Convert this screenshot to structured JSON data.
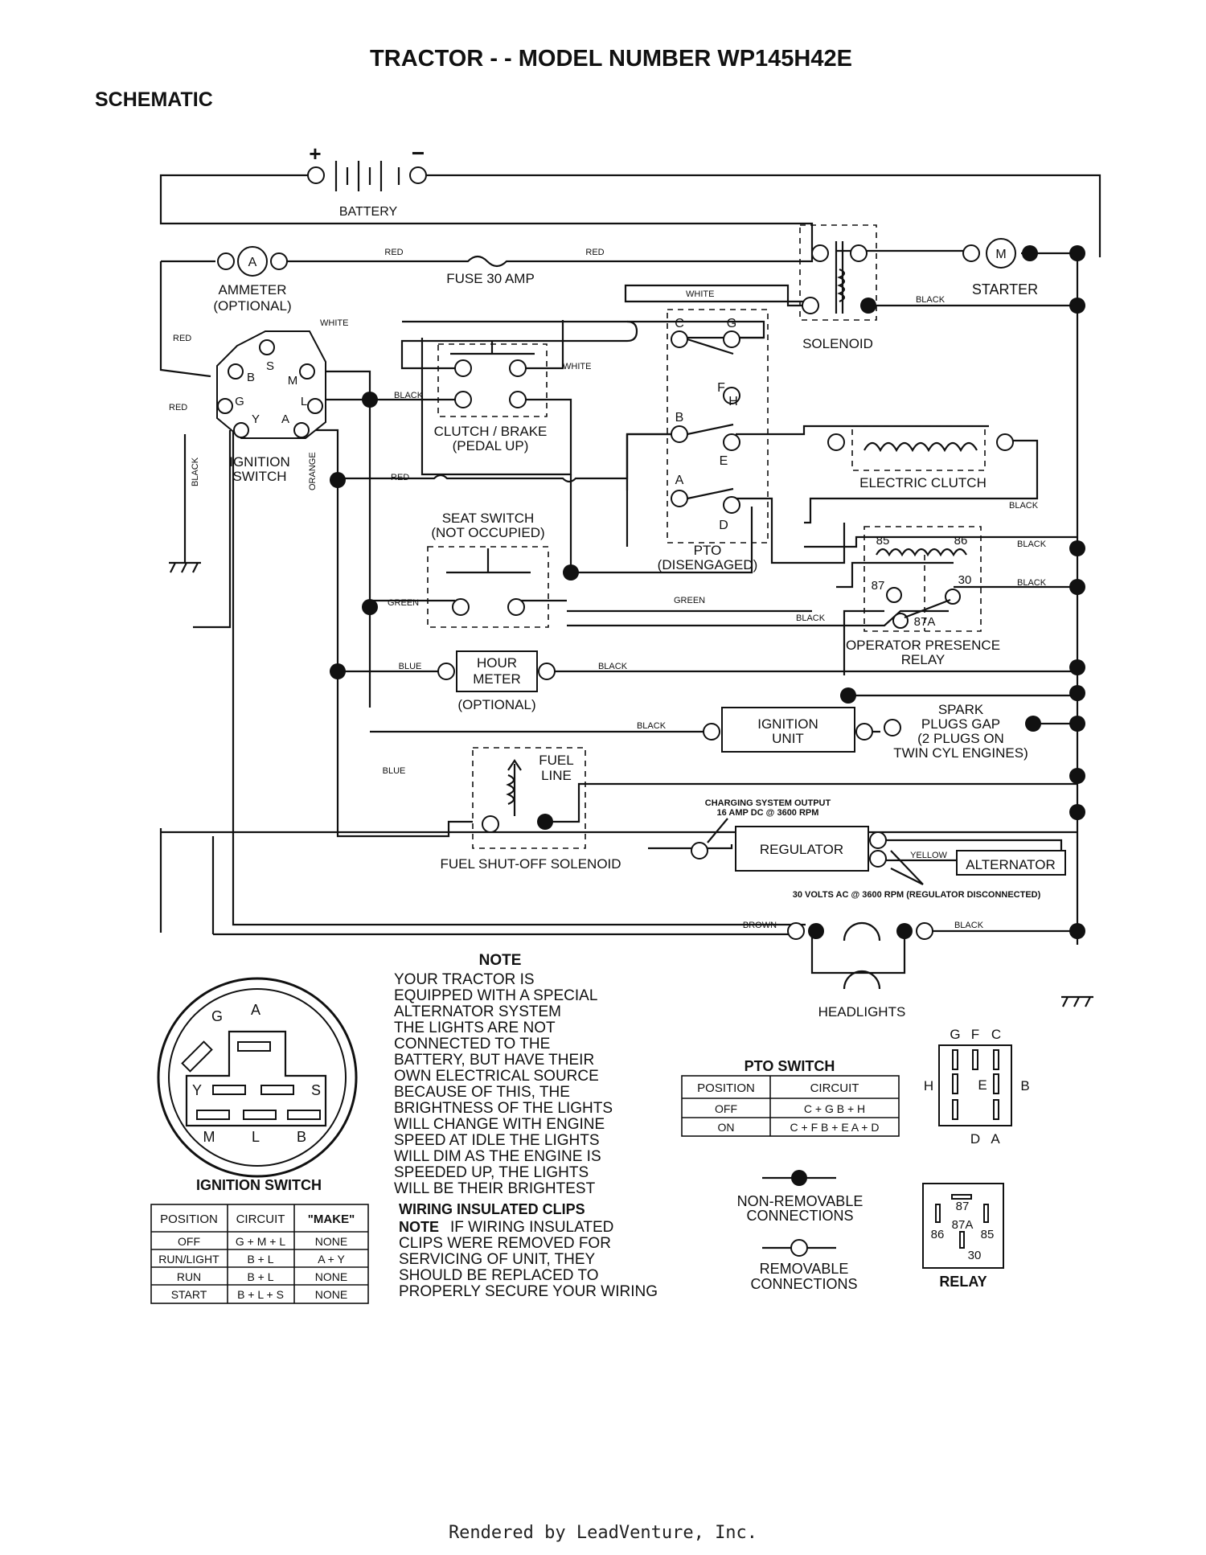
{
  "title": "TRACTOR - - MODEL NUMBER WP145H42E",
  "section": "SCHEMATIC",
  "components": {
    "battery": "BATTERY",
    "battery_plus": "+",
    "battery_minus": "−",
    "ammeter_symbol": "A",
    "ammeter": "AMMETER",
    "ammeter_opt": "(OPTIONAL)",
    "fuse": "FUSE 30 AMP",
    "starter_symbol": "M",
    "starter": "STARTER",
    "solenoid": "SOLENOID",
    "ignition_switch_l1": "IGNITION",
    "ignition_switch_l2": "SWITCH",
    "clutch_brake_l1": "CLUTCH / BRAKE",
    "clutch_brake_l2": "(PEDAL UP)",
    "seat_switch_l1": "SEAT SWITCH",
    "seat_switch_l2": "(NOT OCCUPIED)",
    "pto_l1": "PTO",
    "pto_l2": "(DISENGAGED)",
    "electric_clutch": "ELECTRIC CLUTCH",
    "opr_l1": "OPERATOR PRESENCE",
    "opr_l2": "RELAY",
    "hour_meter_l1": "HOUR",
    "hour_meter_l2": "METER",
    "hour_meter_opt": "(OPTIONAL)",
    "ignition_unit_l1": "IGNITION",
    "ignition_unit_l2": "UNIT",
    "spark_l1": "SPARK",
    "spark_l2": "PLUGS GAP",
    "spark_l3": "(2 PLUGS ON",
    "spark_l4": "TWIN CYL  ENGINES)",
    "fuel_l1": "FUEL",
    "fuel_l2": "LINE",
    "fuel_solenoid": "FUEL SHUT-OFF SOLENOID",
    "charging_l1": "CHARGING SYSTEM OUTPUT",
    "charging_l2": "16 AMP DC @ 3600 RPM",
    "regulator": "REGULATOR",
    "alternator": "ALTERNATOR",
    "alt_volts": "30 VOLTS AC @ 3600 RPM (REGULATOR DISCONNECTED)",
    "headlights": "HEADLIGHTS"
  },
  "terminals": {
    "ign": [
      "S",
      "B",
      "M",
      "G",
      "L",
      "Y",
      "A"
    ],
    "pto": [
      "C",
      "G",
      "F",
      "H",
      "B",
      "E",
      "A",
      "D"
    ],
    "relay": [
      "85",
      "86",
      "87",
      "30",
      "87A"
    ]
  },
  "wire_colors": {
    "red": "RED",
    "white": "WHITE",
    "black": "BLACK",
    "orange": "ORANGE",
    "green": "GREEN",
    "blue": "BLUE",
    "yellow": "YELLOW",
    "brown": "BROWN"
  },
  "note": {
    "heading": "NOTE",
    "lines": [
      "YOUR TRACTOR IS",
      "EQUIPPED WITH A SPECIAL",
      "ALTERNATOR SYSTEM",
      "THE LIGHTS ARE NOT",
      "CONNECTED TO THE",
      "BATTERY, BUT HAVE THEIR",
      "OWN ELECTRICAL SOURCE",
      "BECAUSE OF THIS, THE",
      "BRIGHTNESS OF THE LIGHTS",
      "WILL CHANGE WITH ENGINE",
      "SPEED   AT IDLE THE LIGHTS",
      "WILL DIM   AS THE ENGINE IS",
      "SPEEDED UP, THE LIGHTS",
      "WILL BE THEIR BRIGHTEST"
    ],
    "clips_heading": "WIRING INSULATED CLIPS",
    "clips_note_word": "NOTE",
    "clips_lines": [
      "IF WIRING INSULATED",
      "CLIPS WERE REMOVED FOR",
      "SERVICING OF UNIT, THEY",
      "SHOULD BE REPLACED TO",
      "PROPERLY SECURE YOUR WIRING"
    ]
  },
  "ignition_table": {
    "title": "IGNITION SWITCH",
    "headers": [
      "POSITION",
      "CIRCUIT",
      "\"MAKE\""
    ],
    "rows": [
      [
        "OFF",
        "G + M + L",
        "NONE"
      ],
      [
        "RUN/LIGHT",
        "B + L",
        "A + Y"
      ],
      [
        "RUN",
        "B + L",
        "NONE"
      ],
      [
        "START",
        "B + L + S",
        "NONE"
      ]
    ]
  },
  "ign_face_letters": [
    "G",
    "A",
    "Y",
    "S",
    "M",
    "L",
    "B"
  ],
  "pto_table": {
    "title": "PTO SWITCH",
    "headers": [
      "POSITION",
      "CIRCUIT"
    ],
    "rows": [
      [
        "OFF",
        "C + G  B + H"
      ],
      [
        "ON",
        "C + F  B + E  A + D"
      ]
    ]
  },
  "pto_face_letters": [
    "G",
    "F",
    "C",
    "H",
    "E",
    "B",
    "D",
    "A"
  ],
  "legend": {
    "non_removable_l1": "NON-REMOVABLE",
    "non_removable_l2": "CONNECTIONS",
    "removable_l1": "REMOVABLE",
    "removable_l2": "CONNECTIONS"
  },
  "relay_face": {
    "title": "RELAY",
    "pins": [
      "87",
      "86",
      "87A",
      "85",
      "30"
    ]
  },
  "footer": "Rendered by LeadVenture, Inc."
}
